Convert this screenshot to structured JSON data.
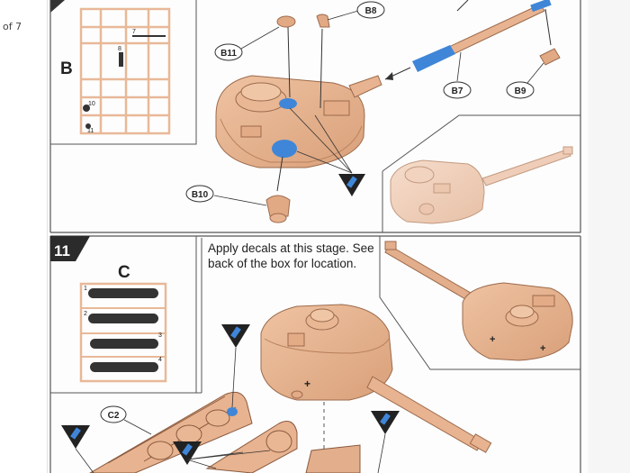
{
  "viewer": {
    "page_indicator": "of 7"
  },
  "step_10": {
    "sprue_letter": "B",
    "sprue_numbers": [
      "7",
      "8",
      "10",
      "11"
    ],
    "callouts": [
      "B8",
      "B11",
      "B7",
      "B9",
      "B10"
    ]
  },
  "step_11": {
    "step_number": "11",
    "sprue_letter": "C",
    "sprue_numbers": [
      "1",
      "2",
      "3",
      "4"
    ],
    "instruction": "Apply decals at this stage. See back of the box for location.",
    "callouts": [
      "C2"
    ]
  },
  "colors": {
    "tan": "#e6b08c",
    "tan_dark": "#b9805c",
    "blue_highlight": "#3f86d8",
    "frame_line": "#555555"
  }
}
